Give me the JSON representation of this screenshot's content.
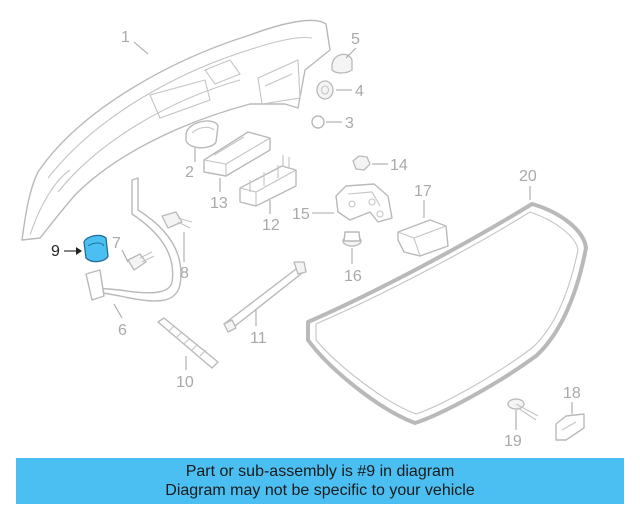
{
  "diagram": {
    "highlight_color": "#4cbff2",
    "line_color": "#b9b9b9",
    "highlighted_part": "9",
    "callouts": [
      {
        "id": "c1",
        "label": "1"
      },
      {
        "id": "c2",
        "label": "2"
      },
      {
        "id": "c3",
        "label": "3"
      },
      {
        "id": "c4",
        "label": "4"
      },
      {
        "id": "c5",
        "label": "5"
      },
      {
        "id": "c6",
        "label": "6"
      },
      {
        "id": "c7",
        "label": "7"
      },
      {
        "id": "c8",
        "label": "8"
      },
      {
        "id": "c9",
        "label": "9"
      },
      {
        "id": "c10",
        "label": "10"
      },
      {
        "id": "c11",
        "label": "11"
      },
      {
        "id": "c12",
        "label": "12"
      },
      {
        "id": "c13",
        "label": "13"
      },
      {
        "id": "c14",
        "label": "14"
      },
      {
        "id": "c15",
        "label": "15"
      },
      {
        "id": "c16",
        "label": "16"
      },
      {
        "id": "c17",
        "label": "17"
      },
      {
        "id": "c18",
        "label": "18"
      },
      {
        "id": "c19",
        "label": "19"
      },
      {
        "id": "c20",
        "label": "20"
      }
    ]
  },
  "banner": {
    "background": "#4cbff2",
    "line1": "Part or sub-assembly is #9 in diagram",
    "line2": "Diagram may not be specific to your vehicle"
  }
}
